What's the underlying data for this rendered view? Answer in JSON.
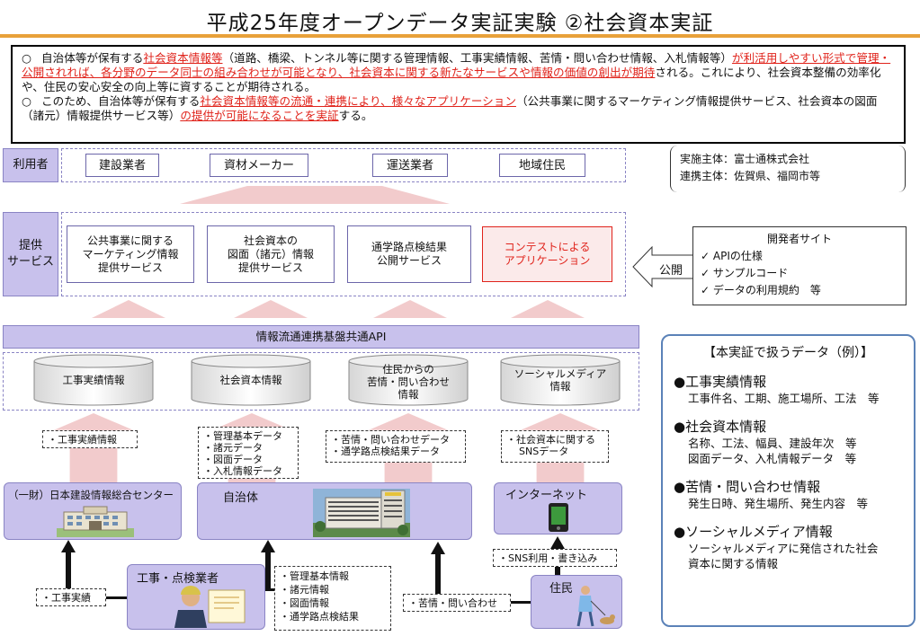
{
  "title": "平成25年度オープンデータ実証実験 ②社会資本実証",
  "intro": {
    "bullet": "○",
    "p1_a": "自治体等が保有する",
    "p1_b": "社会資本情報等",
    "p1_c": "（道路、橋梁、トンネル等に関する管理情報、工事実績情報、苦情・問い合わせ情報、入札情報等）",
    "p1_d": "が利活用しやすい形式で管理・公開されれば、各分野のデータ同士の組み合わせが可能となり、社会資本に関する新たなサービスや情報の価値の創出が期待",
    "p1_e": "される。これにより、社会資本整備の効率化や、住民の安心安全の向上等に資することが期待される。",
    "p2_a": "このため、自治体等が保有する",
    "p2_b": "社会資本情報等の流通・連携により、様々なアプリケーション",
    "p2_c": "（公共事業に関するマーケティング情報提供サービス、社会資本の図面（諸元）情報提供サービス等）",
    "p2_d": "の提供が可能になることを実証",
    "p2_e": "する。"
  },
  "users": {
    "label": "利用者",
    "items": [
      "建設業者",
      "資材メーカー",
      "運送業者",
      "地域住民"
    ]
  },
  "services": {
    "label_l1": "提供",
    "label_l2": "サービス",
    "items": [
      [
        "公共事業に関する",
        "マーケティング情報",
        "提供サービス"
      ],
      [
        "社会資本の",
        "図面（諸元）情報",
        "提供サービス"
      ],
      [
        "通学路点検結果",
        "公開サービス"
      ],
      [
        "コンテストによる",
        "アプリケーション"
      ]
    ]
  },
  "api_bar": "情報流通連携基盤共通API",
  "databases": [
    [
      "工事実績情報"
    ],
    [
      "社会資本情報"
    ],
    [
      "住民からの",
      "苦情・問い合わせ",
      "情報"
    ],
    [
      "ソーシャルメディア",
      "情報"
    ]
  ],
  "flow_notes": [
    [
      "・工事実績情報"
    ],
    [
      "・管理基本データ",
      "・諸元データ",
      "・図面データ",
      "・入札情報データ"
    ],
    [
      "・苦情・問い合わせデータ",
      "・通学路点検結果データ"
    ],
    [
      "・社会資本に関する",
      "SNSデータ"
    ]
  ],
  "sources": {
    "jacic": "（一財）日本建設情報総合センター",
    "municipality": "自治体",
    "internet": "インターネット",
    "contractor": "工事・点検業者",
    "resident": "住民"
  },
  "bottom_notes": {
    "work_results": "・工事実績",
    "contractor_info": [
      "・管理基本情報",
      "・諸元情報",
      "・図面情報",
      "・通学路点検結果"
    ],
    "complaints": "・苦情・問い合わせ",
    "sns": "・SNS利用・書き込み"
  },
  "implementation": {
    "line1": "実施主体：富士通株式会社",
    "line2": "連携主体：佐賀県、福岡市等"
  },
  "publish_label": "公開",
  "dev_site": {
    "title": "開発者サイト",
    "check": "✓",
    "items": [
      "APIの仕様",
      "サンプルコード",
      "データの利用規約　等"
    ]
  },
  "data_panel": {
    "heading": "【本実証で扱うデータ（例）】",
    "bullet": "●",
    "categories": [
      {
        "name": "工事実績情報",
        "details": [
          "工事件名、工期、施工場所、工法　等"
        ]
      },
      {
        "name": "社会資本情報",
        "details": [
          "名称、工法、幅員、建設年次　等",
          "図面データ、入札情報データ　等"
        ]
      },
      {
        "name": "苦情・問い合わせ情報",
        "details": [
          "発生日時、発生場所、発生内容　等"
        ]
      },
      {
        "name": "ソーシャルメディア情報",
        "details": [
          "ソーシャルメディアに発信された社会",
          "資本に関する情報"
        ]
      }
    ]
  },
  "colors": {
    "accent_orange": "#e8a13a",
    "lavender": "#c8c1ec",
    "pink_arrow": "#f2cbcc",
    "red_text": "#e0231b",
    "panel_blue": "#5b82b8"
  }
}
